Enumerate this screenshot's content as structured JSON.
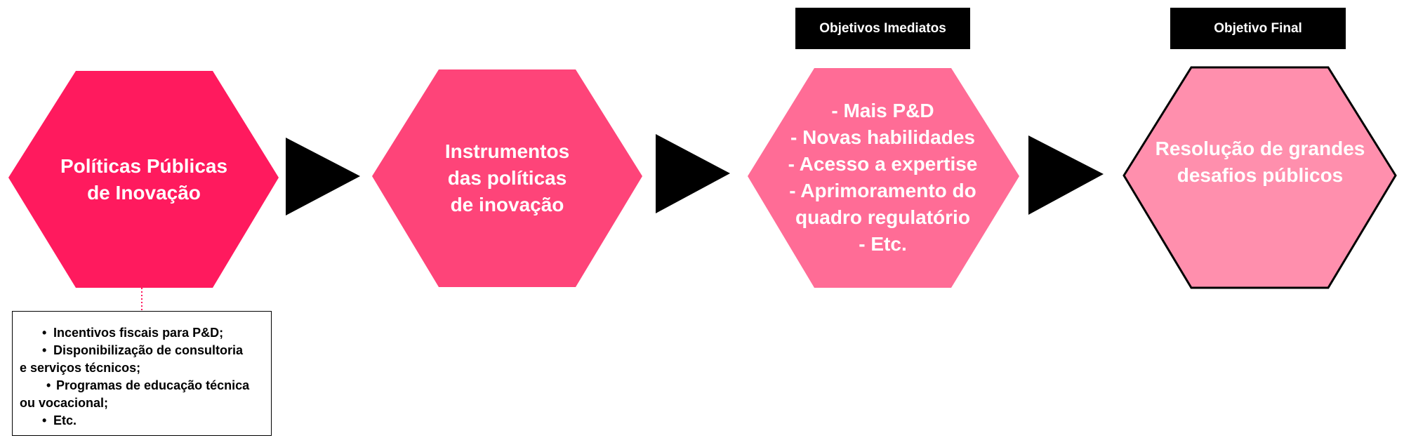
{
  "colors": {
    "hex1": "#ff1a5e",
    "hex2": "#fe4479",
    "hex3": "#ff6c96",
    "hex4": "#ff8fad",
    "arrow": "#000000",
    "connector": "#ff1a5e"
  },
  "nodes": [
    {
      "id": "policies",
      "lines": [
        "Políticas Públicas",
        "de Inovação"
      ]
    },
    {
      "id": "instruments",
      "lines": [
        "Instrumentos",
        "das políticas",
        "de inovação"
      ]
    },
    {
      "id": "immediate",
      "lines": [
        "- Mais P&D",
        "- Novas habilidades",
        "- Acesso a expertise",
        "- Aprimoramento do",
        "quadro regulatório",
        "- Etc."
      ]
    },
    {
      "id": "final",
      "lines": [
        "Resolução de grandes",
        "desafios públicos"
      ]
    }
  ],
  "labels": {
    "immediate": "Objetivos Imediatos",
    "final": "Objetivo Final"
  },
  "note": {
    "lines": [
      "Incentivos fiscais para P&D;",
      "Disponibilização de consultoria",
      "e serviços técnicos;",
      "Programas de educação técnica",
      "ou vocacional;",
      "Etc."
    ]
  }
}
